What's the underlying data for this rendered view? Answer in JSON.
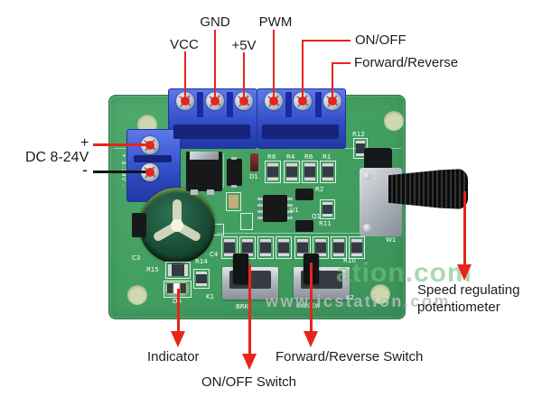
{
  "annotations": {
    "vcc": "VCC",
    "gnd": "GND",
    "v5": "+5V",
    "pwm": "PWM",
    "onoff": "ON/OFF",
    "fwdrev": "Forward/Reverse",
    "power": "DC 8-24V",
    "power_plus": "+",
    "power_minus": "-",
    "indicator": "Indicator",
    "onoff_switch": "ON/OFF Switch",
    "fwdrev_switch": "Forward/Reverse Switch",
    "pot_line1": "Speed regulating",
    "pot_line2": "potentiometer"
  },
  "silkscreen": {
    "r8": "R8",
    "r4": "R4",
    "r6": "R6",
    "r1": "R1",
    "r12": "R12",
    "u1": "U1",
    "r2": "R2",
    "q1": "Q1",
    "r11": "R11",
    "d1": "D1",
    "r15": "R15",
    "r14": "R14",
    "r10": "R10",
    "c3": "C3",
    "c4": "C4",
    "k1": "K1",
    "k2": "K2",
    "brk": "BRK",
    "cwccw": "CW/CCW",
    "w1": "W1",
    "d6": "D6",
    "pwr": "+ 8-24V -"
  },
  "watermark": {
    "green": "ation.com",
    "gray": "www.icstation.com"
  },
  "colors": {
    "pcb_green": "#43a063",
    "terminal_blue": "#3a57d0",
    "annotation_red": "#e8241c",
    "silkscreen_white": "#ffffff",
    "watermark_green": "#7cc487"
  }
}
